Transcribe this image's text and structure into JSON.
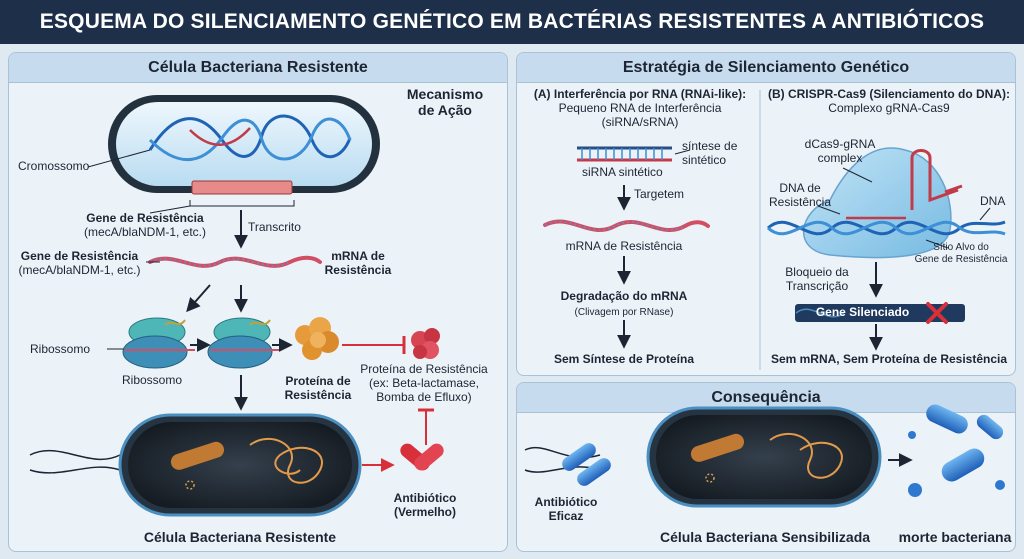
{
  "title": "ESQUEMA DO SILENCIAMENTO GENÉTICO EM BACTÉRIAS RESISTENTES A ANTIBIÓTICOS",
  "left": {
    "header": "Célula Bacteriana Resistente",
    "mechanism_line1": "Mecanismo",
    "mechanism_line2": "de Ação",
    "chromosome": "Cromossomo",
    "gene_res_top": "Gene de Resistência",
    "gene_res_top_sub": "(mecA/blaNDM-1, etc.)",
    "transcript": "Transcrito",
    "gene_res_mid": "Gene de Resistência",
    "gene_res_mid_sub": "(mecA/blaNDM-1, etc.)",
    "mrna_line1": "mRNA de",
    "mrna_line2": "Resistência",
    "ribosome_left": "Ribossomo",
    "ribosome_bottom": "Ribossomo",
    "protein_line1": "Proteína de",
    "protein_line2": "Resistência",
    "res_protein": "Proteína de Resistência",
    "res_protein_ex1": "(ex: Beta-lactamase,",
    "res_protein_ex2": "Bomba de Efluxo)",
    "antibiotic_line1": "Antibiótico",
    "antibiotic_line2": "(Vermelho)",
    "cell_caption": "Célula Bacteriana Resistente"
  },
  "strategy": {
    "header": "Estratégia de Silenciamento Genético",
    "a_title": "(A) Interferência por RNA (RNAi-like):",
    "a_sub1": "Pequeno RNA de Interferência",
    "a_sub2": "(siRNA/sRNA)",
    "synth_line1": "síntese de",
    "synth_line2": "sintético",
    "sirna": "siRNA sintético",
    "targets": "Targetem",
    "mrna_res": "mRNA de Resistência",
    "degradation": "Degradação do mRNA",
    "cleavage": "(Clivagem por RNase)",
    "no_protein": "Sem Síntese de Proteína",
    "b_title": "(B) CRISPR-Cas9 (Silenciamento do DNA):",
    "b_sub": "Complexo gRNA-Cas9",
    "dcas_line1": "dCas9-gRNA",
    "dcas_line2": "complex",
    "dna_res_line1": "DNA de",
    "dna_res_line2": "Resistência",
    "dna": "DNA",
    "target_site_line1": "Sítio Alvo do",
    "target_site_line2": "Gene de Resistência",
    "block_line1": "Bloqueio da",
    "block_line2": "Transcrição",
    "silenced": "Gene Silenciado",
    "no_mrna": "Sem mRNA, Sem Proteína de Resistência"
  },
  "consequence": {
    "header": "Consequência",
    "antibiotic_line1": "Antibiótico",
    "antibiotic_line2": "Eficaz",
    "cell": "Célula Bacteriana Sensibilizada",
    "death": "morte bacteriana"
  }
}
